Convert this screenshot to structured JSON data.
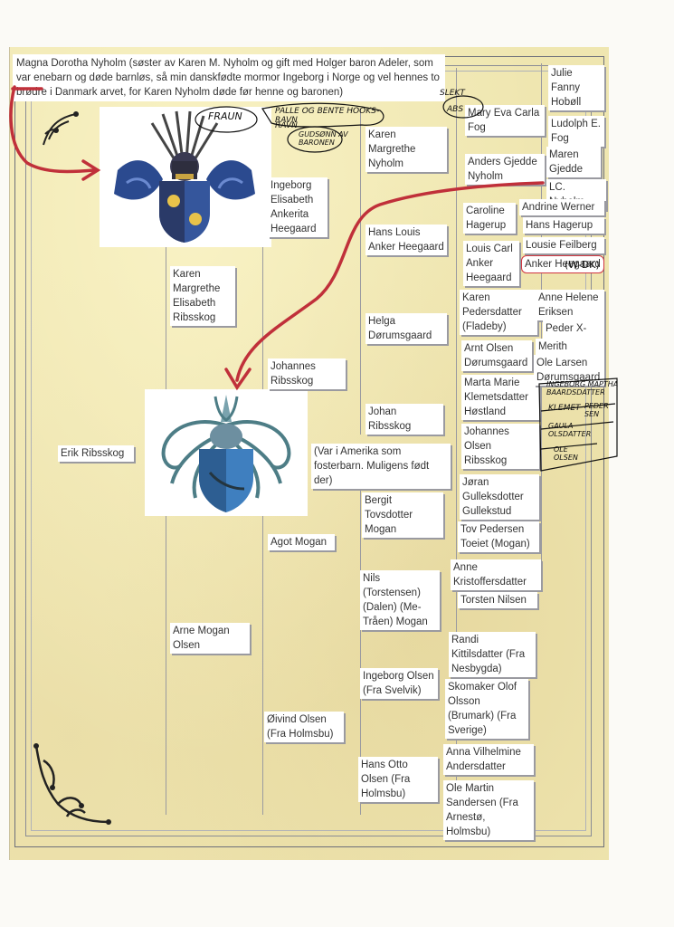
{
  "heading": "Magna Dorotha Nyholm (søster av Karen M. Nyholm og gift med Holger baron Adeler, som var enebarn og døde barnløs, så min danskfødte mormor Ingeborg i Norge og vel hennes to brødre i Danmark arvet, for Karen Nyholm døde før henne og baronen)",
  "persons": {
    "erik": "Erik Ribsskog",
    "karen_ribsskog": "Karen Margrethe Elisabeth Ribsskog",
    "arne": "Arne Mogan Olsen",
    "ingeborg_heegaard": "Ingeborg Elisabeth Ankerita Heegaard",
    "johannes_ribsskog": "Johannes Ribsskog",
    "agot": "Agot Mogan",
    "oivind": "Øivind Olsen (Fra Holmsbu)",
    "karen_nyholm": "Karen Margrethe Nyholm",
    "hans_louis": "Hans Louis Anker Heegaard",
    "helga": "Helga Dørumsgaard",
    "johan": "Johan Ribsskog",
    "america_note": "(Var i Amerika som fosterbarn. Muligens født der)",
    "bergit": "Bergit Tovsdotter Mogan",
    "nils": "Nils (Torstensen) (Dalen) (Me-Tråen) Mogan",
    "ingeborg_olsen": "Ingeborg Olsen (Fra Svelvik)",
    "hans_otto": "Hans Otto Olsen (Fra Holmsbu)",
    "mary_eva": "Mary Eva Carla Fog",
    "anders": "Anders Gjedde Nyholm",
    "caroline": "Caroline Hagerup",
    "louis_carl": "Louis Carl Anker Heegaard",
    "karen_pedersdatter": "Karen Pedersdatter (Fladeby)",
    "arnt": "Arnt Olsen Dørumsgaard",
    "marta_marie": "Marta Marie Klemetsdatter Høstland",
    "johannes_olsen": "Johannes Olsen Ribsskog",
    "joran": "Jøran Gulleksdotter Gullekstud",
    "tov": "Tov Pedersen Toeiet (Mogan)",
    "anne_k": "Anne Kristoffersdatter",
    "torsten": "Torsten Nilsen",
    "randi": "Randi Kittilsdatter (Fra Nesbygda)",
    "skomaker": "Skomaker Olof Olsson (Brumark) (Fra Sverige)",
    "anna_v": "Anna Vilhelmine Andersdatter",
    "ole_martin": "Ole Martin Sandersen (Fra Arnestø, Holmsbu)",
    "julie": "Julie Fanny Hobøll",
    "ludolph": "Ludolph E. Fog",
    "maren": "Maren Gjedde",
    "lc_nyholm": "LC. Nyholm",
    "andrine": "Andrine Werner",
    "hans_hagerup": "Hans Hagerup",
    "lousie": "Lousie Feilberg",
    "anker_heegaard": "Anker Heegaard",
    "anne_helene": "Anne Helene Eriksen",
    "peder": "Peder X-tensen",
    "merith": "Merith Arntsd.",
    "ole_larsen": "Ole Larsen Dørumsgaard"
  },
  "handwriting": {
    "fraun": "FRAUN",
    "palle": "PALLE OG BENTE HOOKS-RAVN",
    "rann": "RAVN",
    "gudsonn": "GUDSØNN AV BARONEN",
    "slekt": "SLEKT",
    "abs": "ABS",
    "wdk": "(W-DK)",
    "ingeborg_hw": "INGEBORG MAPTHA BAARDSDATTER",
    "peder_hw": "PEDER SEN",
    "klemet": "KLEMET",
    "gaula": "GAULA OLSDATTER",
    "ole_olsen": "OLE OLSEN"
  },
  "colors": {
    "paper": "#efe6b0",
    "red_annotation": "#c0303a",
    "box": "#ffffff"
  }
}
